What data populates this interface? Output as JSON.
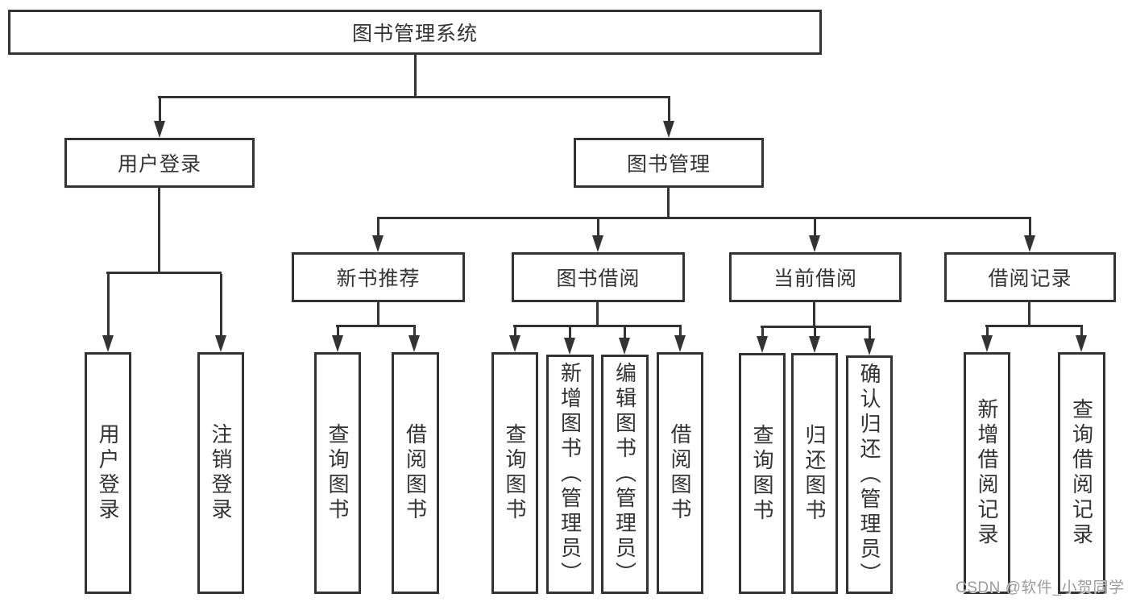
{
  "diagram": {
    "title": "图书管理系统",
    "colors": {
      "line": "#333333",
      "text": "#333333",
      "background": "#ffffff",
      "watermark": "#9c9c9c"
    },
    "watermark": "CSDN @软件_小贺同学",
    "nodes": {
      "root": {
        "label": "图书管理系统"
      },
      "user_login_branch": {
        "label": "用户登录"
      },
      "book_mgmt_branch": {
        "label": "图书管理"
      },
      "new_book_recommend": {
        "label": "新书推荐"
      },
      "book_borrow": {
        "label": "图书借阅"
      },
      "current_borrow": {
        "label": "当前借阅"
      },
      "borrow_record": {
        "label": "借阅记录"
      },
      "leaf_user_login": {
        "label": "用户登录"
      },
      "leaf_logout": {
        "label": "注销登录"
      },
      "leaf_nbr_query_book": {
        "label": "查询图书"
      },
      "leaf_nbr_borrow_book": {
        "label": "借阅图书"
      },
      "leaf_bb_query_book": {
        "label": "查询图书"
      },
      "leaf_bb_add_book": {
        "label": "新增图书（管理员）"
      },
      "leaf_bb_edit_book": {
        "label": "编辑图书（管理员）"
      },
      "leaf_bb_borrow_book": {
        "label": "借阅图书"
      },
      "leaf_cb_query_book": {
        "label": "查询图书"
      },
      "leaf_cb_return_book": {
        "label": "归还图书"
      },
      "leaf_cb_confirm_return": {
        "label": "确认归还（管理员）"
      },
      "leaf_br_add_record": {
        "label": "新增借阅记录"
      },
      "leaf_br_query_record": {
        "label": "查询借阅记录"
      }
    },
    "hierarchy": {
      "图书管理系统": {
        "用户登录": [
          "用户登录",
          "注销登录"
        ],
        "图书管理": {
          "新书推荐": [
            "查询图书",
            "借阅图书"
          ],
          "图书借阅": [
            "查询图书",
            "新增图书（管理员）",
            "编辑图书（管理员）",
            "借阅图书"
          ],
          "当前借阅": [
            "查询图书",
            "归还图书",
            "确认归还（管理员）"
          ],
          "借阅记录": [
            "新增借阅记录",
            "查询借阅记录"
          ]
        }
      }
    }
  }
}
